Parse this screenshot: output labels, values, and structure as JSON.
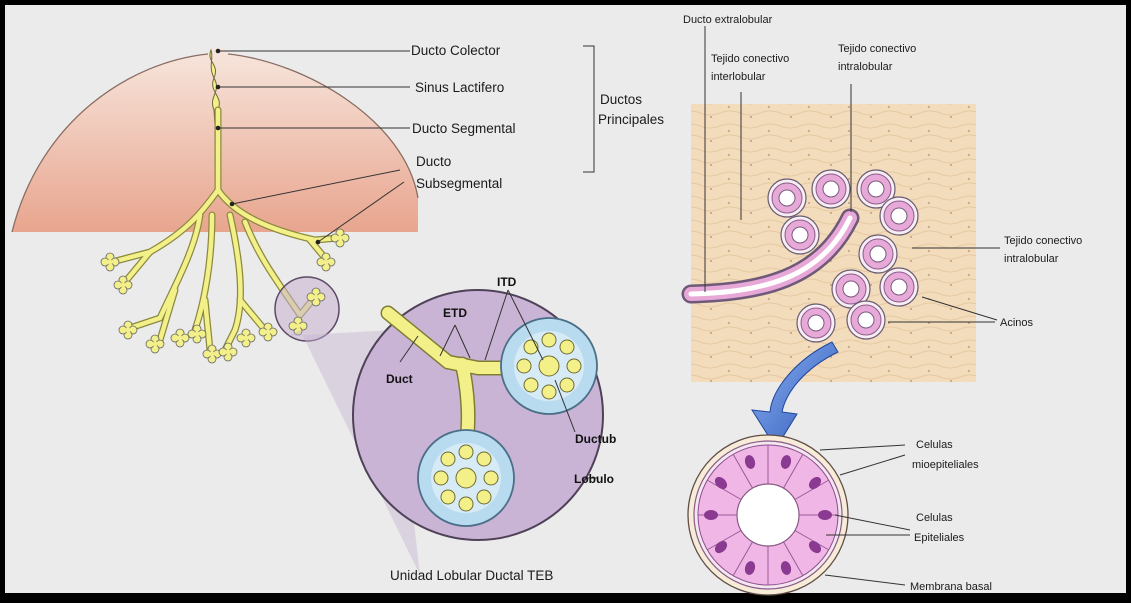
{
  "left_labels": {
    "ducto_colector": "Ducto Colector",
    "sinus_lactifero": "Sinus Lactifero",
    "ducto_segmental": "Ducto Segmental",
    "ducto_sub_1": "Ducto",
    "ducto_sub_2": "Subsegmental",
    "ductos_principales_1": "Ductos",
    "ductos_principales_2": "Principales"
  },
  "lobule_labels": {
    "itd": "ITD",
    "etd": "ETD",
    "duct": "Duct",
    "ductulo": "Ductub",
    "lobulo": "Lobulo",
    "caption": "Unidad Lobular Ductal TEB"
  },
  "tissue_labels": {
    "ducto_extralobular": "Ducto extralobular",
    "tejido_inter_1": "Tejido conectivo",
    "tejido_inter_2": "interlobular",
    "tejido_intra_top_1": "Tejido conectivo",
    "tejido_intra_top_2": "intralobular",
    "tejido_intra_right_1": "Tejido conectivo",
    "tejido_intra_right_2": "intralobular",
    "acinos": "Acinos"
  },
  "acinus_labels": {
    "mioepiteliales_1": "Celulas",
    "mioepiteliales_2": "mioepiteliales",
    "epiteliales_1": "Celulas",
    "epiteliales_2": "Epiteliales",
    "membrana_basal": "Membrana basal"
  },
  "colors": {
    "frame": "#000000",
    "panel": "#ebebeb",
    "breast_top": "#f6e4dc",
    "breast_bottom": "#e8a48c",
    "duct_yellow": "#f3f08a",
    "lobule_purple": "#c6b0d0",
    "lobule_inner_blue": "#b7dcf0",
    "tissue_beige": "#f3dcbb",
    "acinus_pink": "#f0b6e6",
    "nucleus_purple": "#8a3a90",
    "arrow_blue": "#2f5fc0"
  }
}
